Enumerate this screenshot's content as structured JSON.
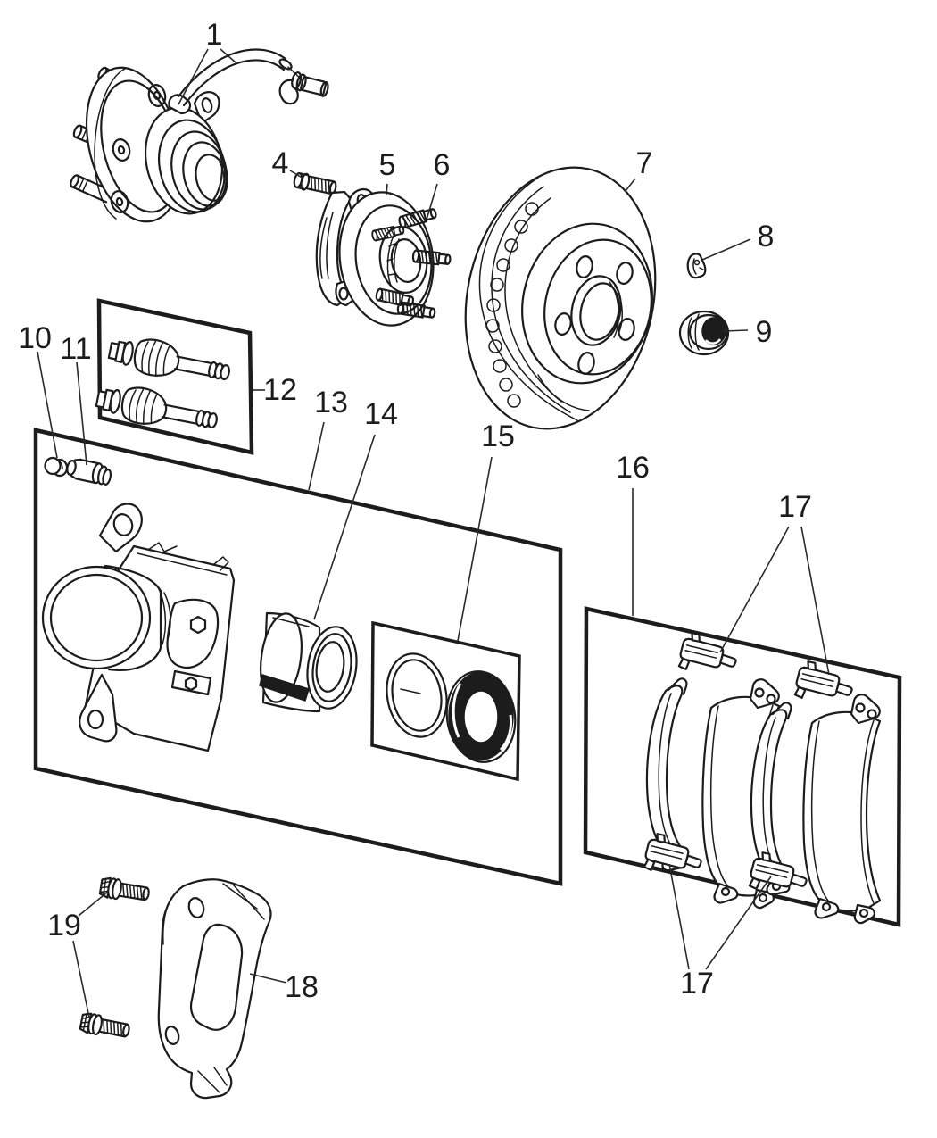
{
  "diagram": {
    "background": "#ffffff",
    "ink": "#1c1c1c",
    "callouts": {
      "c1": "1",
      "c4": "4",
      "c5": "5",
      "c6": "6",
      "c7": "7",
      "c8": "8",
      "c9": "9",
      "c10": "10",
      "c11": "11",
      "c12": "12",
      "c13": "13",
      "c14": "14",
      "c15": "15",
      "c16": "16",
      "c17_top": "17",
      "c17_bottom": "17",
      "c18": "18",
      "c19": "19"
    }
  }
}
